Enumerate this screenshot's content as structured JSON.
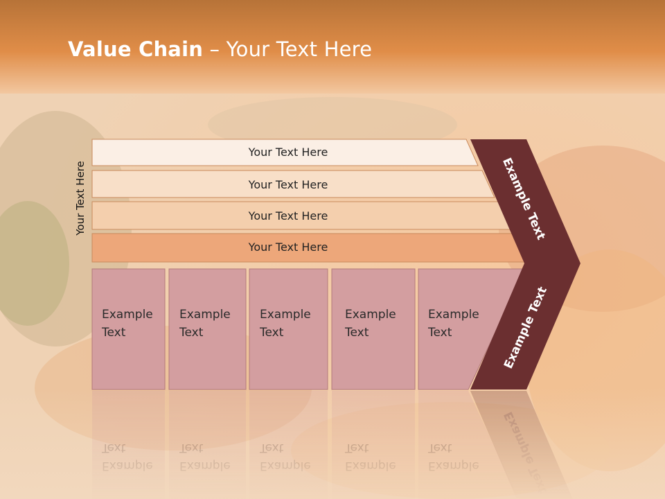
{
  "slide": {
    "title_bold": "Value Chain",
    "title_rest": " – Your Text Here",
    "side_label": "Your Text Here"
  },
  "rows": [
    {
      "label": "Your Text Here",
      "fill": "#fbefe5"
    },
    {
      "label": "Your Text Here",
      "fill": "#f8dfc8"
    },
    {
      "label": "Your Text Here",
      "fill": "#f4cfad"
    },
    {
      "label": "Your Text Here",
      "fill": "#eda77a"
    }
  ],
  "cells": [
    {
      "line1": "Example",
      "line2": "Text"
    },
    {
      "line1": "Example",
      "line2": "Text"
    },
    {
      "line1": "Example",
      "line2": "Text"
    },
    {
      "line1": "Example",
      "line2": "Text"
    },
    {
      "line1": "Example",
      "line2": "Text"
    }
  ],
  "chevron": {
    "upper_text": "Example Text",
    "lower_text": "Example Text",
    "fill": "#6b2f30"
  },
  "colors": {
    "header": "#e08a45",
    "cell_fill": "#d39ea0",
    "row_border": "#c98a5c"
  }
}
